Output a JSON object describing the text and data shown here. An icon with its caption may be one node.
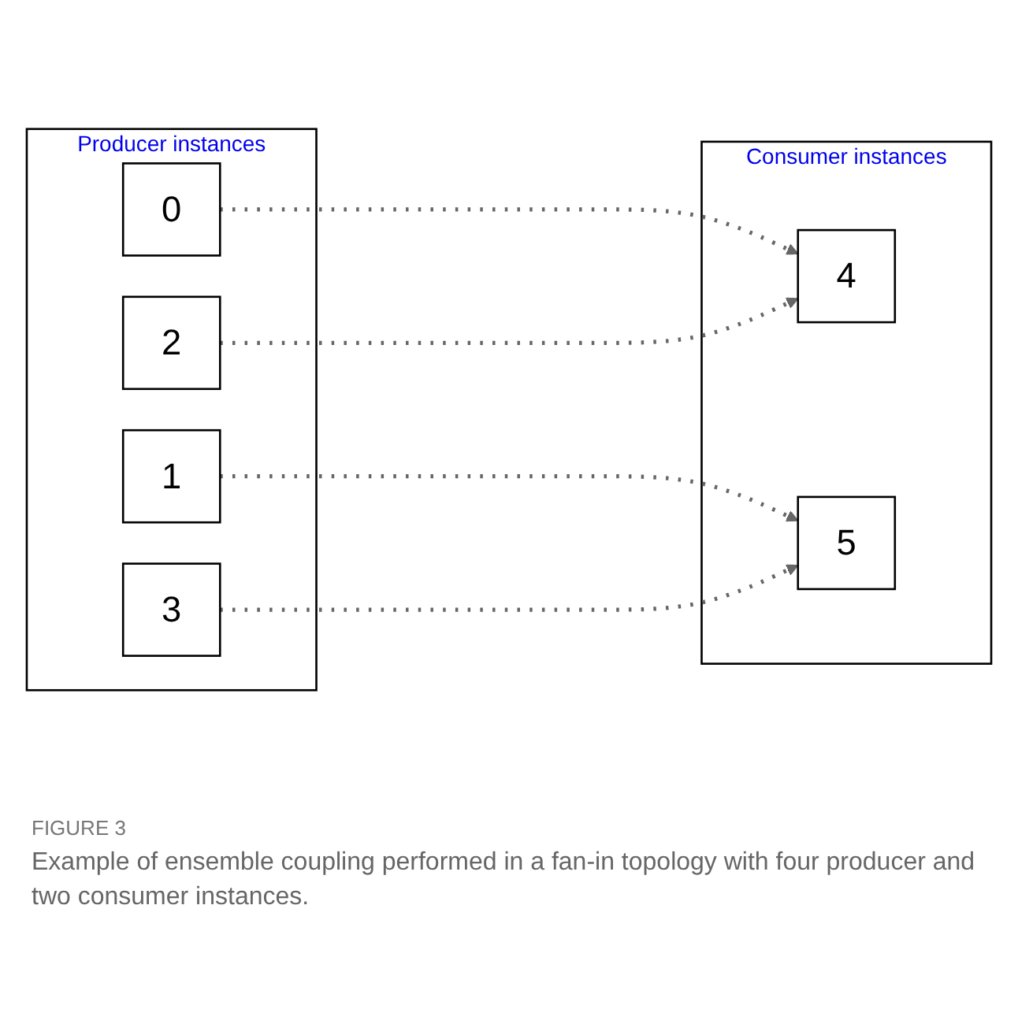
{
  "diagram": {
    "caption": "Example of ensemble coupling performed in a fan-in topology with four producer and two consumer instances.",
    "nodes": [
      {
        "text": [
          "Producer instances"
        ]
      },
      {
        "text": [
          "0"
        ],
        "in": 0
      },
      {
        "text": [
          "1"
        ],
        "in": 0
      },
      {
        "text": [
          "2"
        ],
        "in": 0
      },
      {
        "text": [
          "3"
        ],
        "in": 0
      },
      {
        "text": [
          "Consumer instances"
        ]
      },
      {
        "text": [
          "4"
        ],
        "in": 5
      },
      {
        "text": [
          "5"
        ],
        "in": 5
      }
    ],
    "edges": [
      {
        "from": 1,
        "to": 6,
        "arrow": "to",
        "style": "dashed"
      },
      {
        "from": 2,
        "to": 7,
        "arrow": "to",
        "style": "dashed"
      },
      {
        "from": 3,
        "to": 6,
        "arrow": "to",
        "style": "dashed"
      },
      {
        "from": 4,
        "to": 7,
        "arrow": "to",
        "style": "dashed"
      }
    ],
    "labels": [
      "FIGURE 3"
    ]
  }
}
